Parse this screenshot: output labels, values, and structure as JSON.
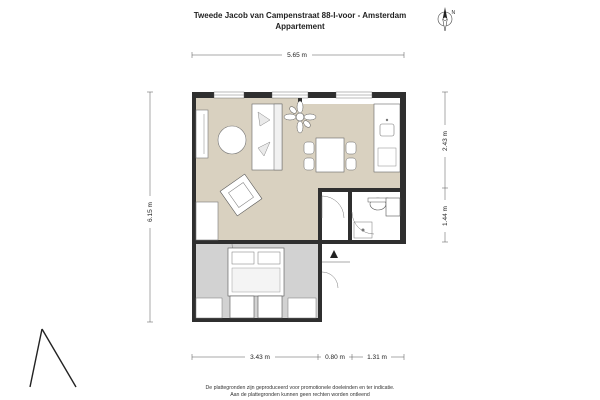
{
  "header": {
    "title_line1": "Tweede Jacob van Campenstraat 88-I-voor - Amsterdam",
    "title_line2": "Appartement"
  },
  "dimensions": {
    "top_width": "5.65 m",
    "left_height": "6.15 m",
    "right_upper": "2.43 m",
    "right_lower": "1.44 m",
    "bottom_a": "3.43 m",
    "bottom_b": "0.80 m",
    "bottom_c": "1.31 m"
  },
  "disclaimer": {
    "line1": "De plattegronden zijn geproduceerd voor promotionele doeleinden en ter indicatie.",
    "line2": "Aan de plattegronden kunnen geen rechten worden ontleend"
  },
  "compass": {
    "label": "N"
  },
  "icons": {
    "compass": "north-arrow-icon",
    "logo": "brand-logo-icon",
    "plant": "plant-icon",
    "entrance": "entrance-arrow-icon"
  },
  "colors": {
    "floor_living": "#d9d1c0",
    "floor_bedroom": "#d2d2d2",
    "floor_other": "#ffffff",
    "wall": "#2f2f2f"
  }
}
